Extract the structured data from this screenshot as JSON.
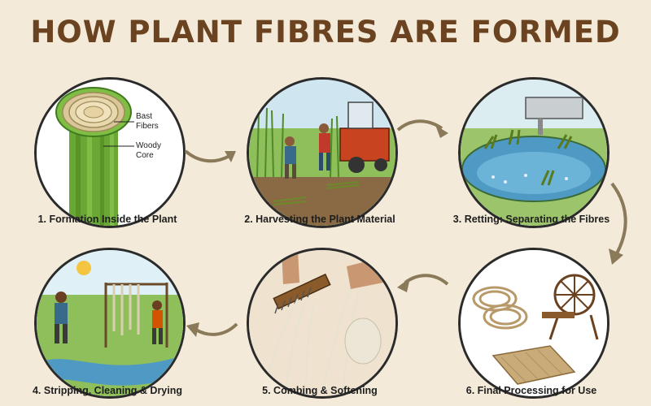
{
  "title": "HOW PLANT FIBRES ARE FORMED",
  "colors": {
    "title": "#6b4320",
    "background": "#f3ead9",
    "arrow": "#8a7a5a",
    "border": "#2b2b2b"
  },
  "steps": [
    {
      "caption": "1. Formation Inside the Plant",
      "labels": {
        "bast": [
          "Bast",
          "Fibers"
        ],
        "woody": [
          "Woody",
          "Core"
        ]
      }
    },
    {
      "caption": "2. Harvesting the Plant Material"
    },
    {
      "caption": "3. Retting: Separating the Fibres"
    },
    {
      "caption": "4. Stripping, Cleaning & Drying"
    },
    {
      "caption": "5. Combing & Softening"
    },
    {
      "caption": "6. Final Processing for Use"
    }
  ],
  "arrows": [
    "arrow-right",
    "arrow-right",
    "arrow-down",
    "arrow-left",
    "arrow-left"
  ]
}
